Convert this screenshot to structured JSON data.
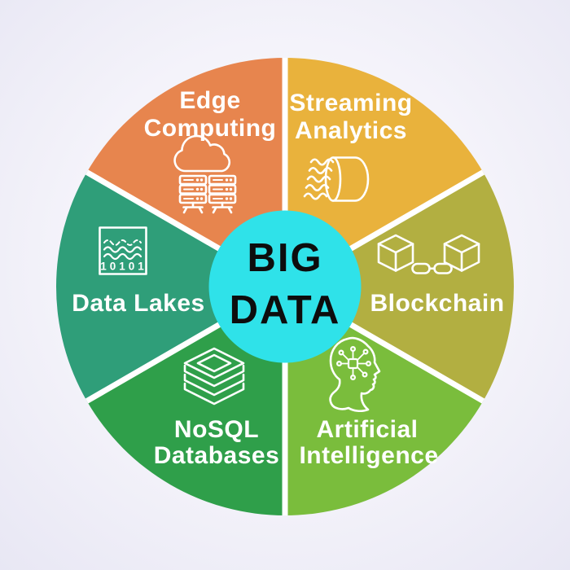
{
  "center": {
    "line1": "BIG",
    "line2": "DATA",
    "fill": "#2FE2E9",
    "text_color": "#0D0D0D"
  },
  "separator_color": "#FFFFFF",
  "icon_color": "#FFFFFF",
  "label_color": "#FFFFFF",
  "segments": [
    {
      "name": "edge-computing",
      "label_line1": "Edge",
      "label_line2": "Computing",
      "color": "#E7854E",
      "icon": "cloud-servers-icon"
    },
    {
      "name": "streaming-analytics",
      "label_line1": "Streaming",
      "label_line2": "Analytics",
      "color": "#E9B23C",
      "icon": "stream-pipe-icon"
    },
    {
      "name": "blockchain",
      "label_line1": "Blockchain",
      "label_line2": "",
      "color": "#B2AF41",
      "icon": "cubes-chain-icon"
    },
    {
      "name": "artificial-intelligence",
      "label_line1": "Artificial",
      "label_line2": "Intelligence",
      "color": "#7ABD3C",
      "icon": "head-network-icon"
    },
    {
      "name": "nosql-databases",
      "label_line1": "NoSQL",
      "label_line2": "Databases",
      "color": "#2F9F4A",
      "icon": "layer-stack-icon"
    },
    {
      "name": "data-lakes",
      "label_line1": "Data Lakes",
      "label_line2": "",
      "color": "#2F9E79",
      "icon": "waves-binary-icon",
      "icon_text": "10101"
    }
  ]
}
